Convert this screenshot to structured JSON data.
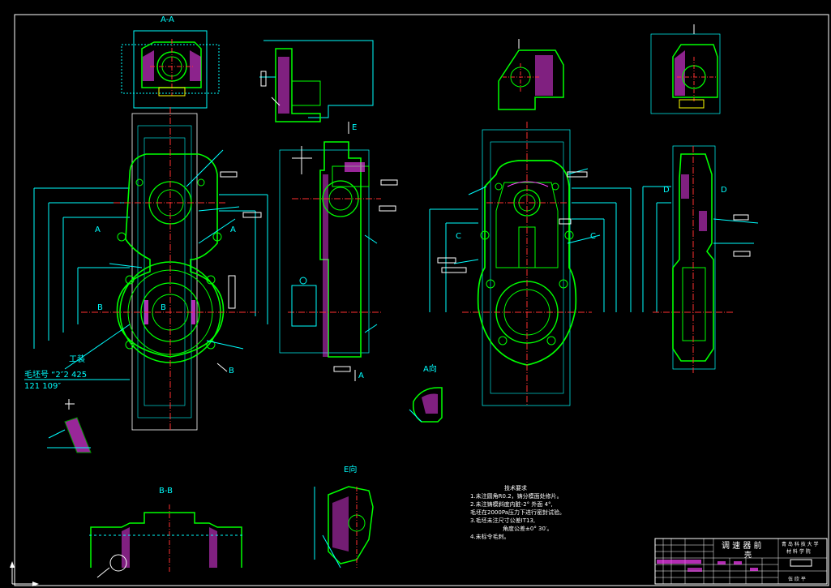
{
  "drawing": {
    "view_labels": {
      "a_a": "A-A",
      "b_b": "B-B",
      "a_dir": "A向",
      "e_dir": "E向",
      "mark_a_left": "A",
      "mark_a_right": "A",
      "mark_b_left": "B",
      "mark_b_center": "B",
      "mark_b_bottom": "B",
      "mark_c_left": "C",
      "mark_c_right": "C",
      "mark_d_left": "D",
      "mark_d_right": "D",
      "mark_e_top": "E",
      "mark_e_bottom": "A"
    },
    "callouts": {
      "gongzhuang": "工装",
      "blank_no": "毛坯号 “2″2 425",
      "blank_no2": "121 109″"
    },
    "tech_requirements": {
      "title": "技术要求",
      "lines": [
        "1.未注圆角R0.2，铸分模面处修片。",
        "2.未注铸模斜度内脏-2° 外面 4°,",
        "毛坯在2000Pa压力下进行密封试验。",
        "3.毛坯未注尺寸公差IT13,",
        "角度公差±0° 30′。",
        "4.未标令毛刺。"
      ]
    },
    "title_block": {
      "part_name": "调 速 器 前",
      "part_name2": "壳",
      "school": "青 岛 科 技 大 学",
      "school2": "材 料 学 院",
      "author": "伍 欣 平"
    },
    "colors": {
      "background": "#000000",
      "outline": "#00ff00",
      "dimension": "#00ffff",
      "center": "#ff3030",
      "hatch": "#ff40ff",
      "text": "#ffffff",
      "blue": "#4060ff",
      "yellow": "#ffff00"
    }
  }
}
